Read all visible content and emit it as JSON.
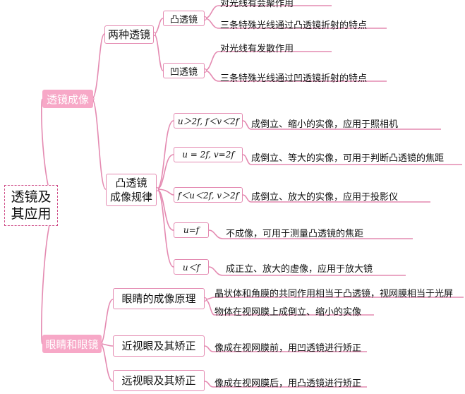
{
  "root": {
    "line1": "透镜及",
    "line2": "其应用"
  },
  "branches": {
    "lens_imaging": {
      "label": "透镜成像",
      "two_lenses": {
        "label": "两种透镜",
        "convex": {
          "label": "凸透镜",
          "items": [
            "对光线有会聚作用",
            "三条特殊光线通过凸透镜折射的特点"
          ]
        },
        "concave": {
          "label": "凹透镜",
          "items": [
            "对光线有发散作用",
            "三条特殊光线通过凹透镜折射的特点"
          ]
        }
      },
      "rules": {
        "line1": "凸透镜",
        "line2": "成像规律",
        "cases": [
          {
            "cond": "u＞2f, f＜v＜2f",
            "desc": "成倒立、缩小的实像，应用于照相机"
          },
          {
            "cond": "u = 2f, v=2f",
            "desc": "成倒立、等大的实像，可用于判断凸透镜的焦距"
          },
          {
            "cond": "f＜u＜2f, v＞2f",
            "desc": "成倒立、放大的实像，应用于投影仪"
          },
          {
            "cond": "u=f",
            "desc": "不成像，可用于测量凸透镜的焦距"
          },
          {
            "cond": "u＜f",
            "desc": "成正立、放大的虚像，应用于放大镜"
          }
        ]
      }
    },
    "eye_glasses": {
      "label": "眼睛和眼镜",
      "eye_imaging": {
        "label": "眼睛的成像原理",
        "items": [
          "晶状体和角膜的共同作用相当于凸透镜，视网膜相当于光屏",
          "物体在视网膜上成倒立、缩小的实像"
        ]
      },
      "myopia": {
        "label": "近视眼及其矫正",
        "desc": "像成在视网膜前，用凹透镜进行矫正"
      },
      "hyperopia": {
        "label": "远视眼及其矫正",
        "desc": "像成在视网膜后，用凸透镜进行矫正"
      }
    }
  },
  "colors": {
    "line": "#e48ab1",
    "main_fill": "#f7a8c7",
    "border": "#e48ab1",
    "root_border": "#d0508a"
  }
}
